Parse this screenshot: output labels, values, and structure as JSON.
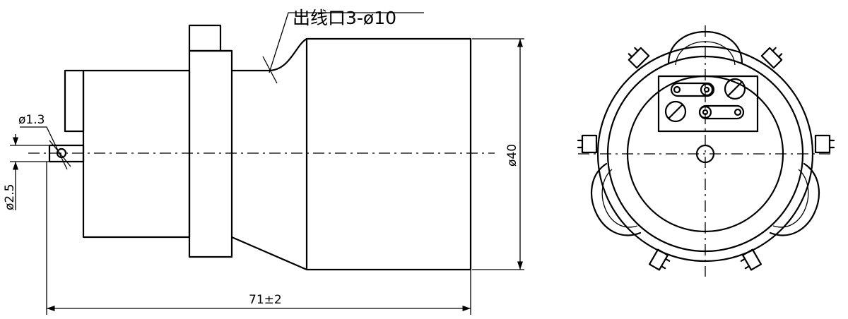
{
  "labels": {
    "outlet": "出线口3-ø10",
    "length": "71±2",
    "body_diameter": "ø40",
    "pin_hole": "ø1.3",
    "pin_diameter": "ø2.5"
  },
  "colors": {
    "ink": "#000000",
    "paper": "#ffffff"
  }
}
